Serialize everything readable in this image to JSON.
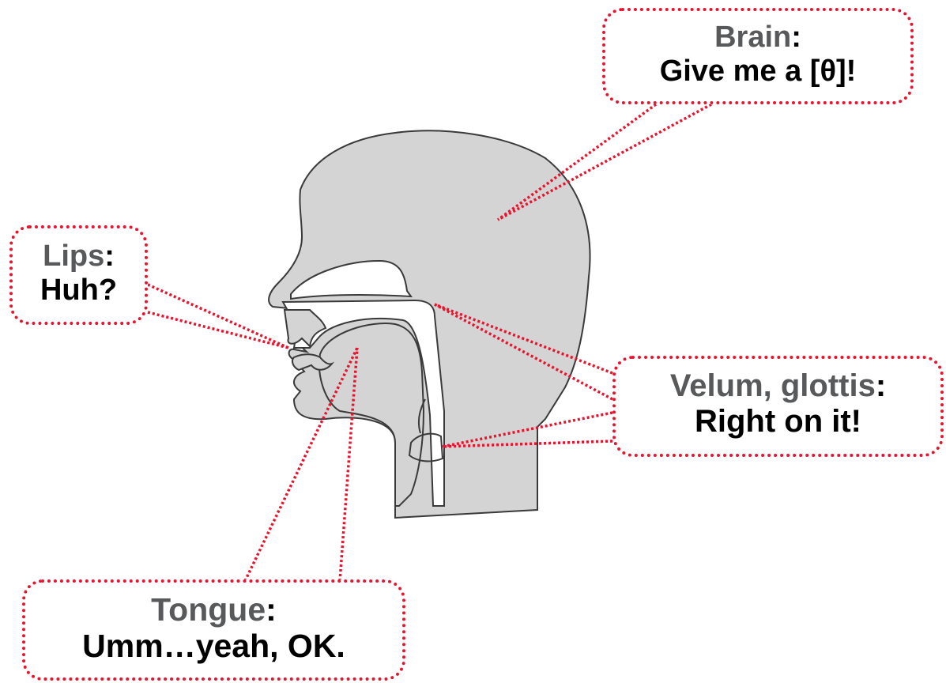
{
  "colors": {
    "head_fill": "#d4d4d4",
    "outline": "#3a3a3a",
    "callout_border": "#e8132d",
    "speaker_text": "#58595b",
    "speech_text": "#000000"
  },
  "callouts": {
    "brain": {
      "speaker": "Brain",
      "colon": ":",
      "speech": "Give me a [θ]!"
    },
    "lips": {
      "speaker": "Lips",
      "colon": ":",
      "speech": "Huh?"
    },
    "velum_glottis": {
      "speaker": "Velum, glottis",
      "colon": ":",
      "speech": "Right on it!"
    },
    "tongue": {
      "speaker": "Tongue",
      "colon": ":",
      "speech": "Umm…yeah, OK."
    }
  }
}
